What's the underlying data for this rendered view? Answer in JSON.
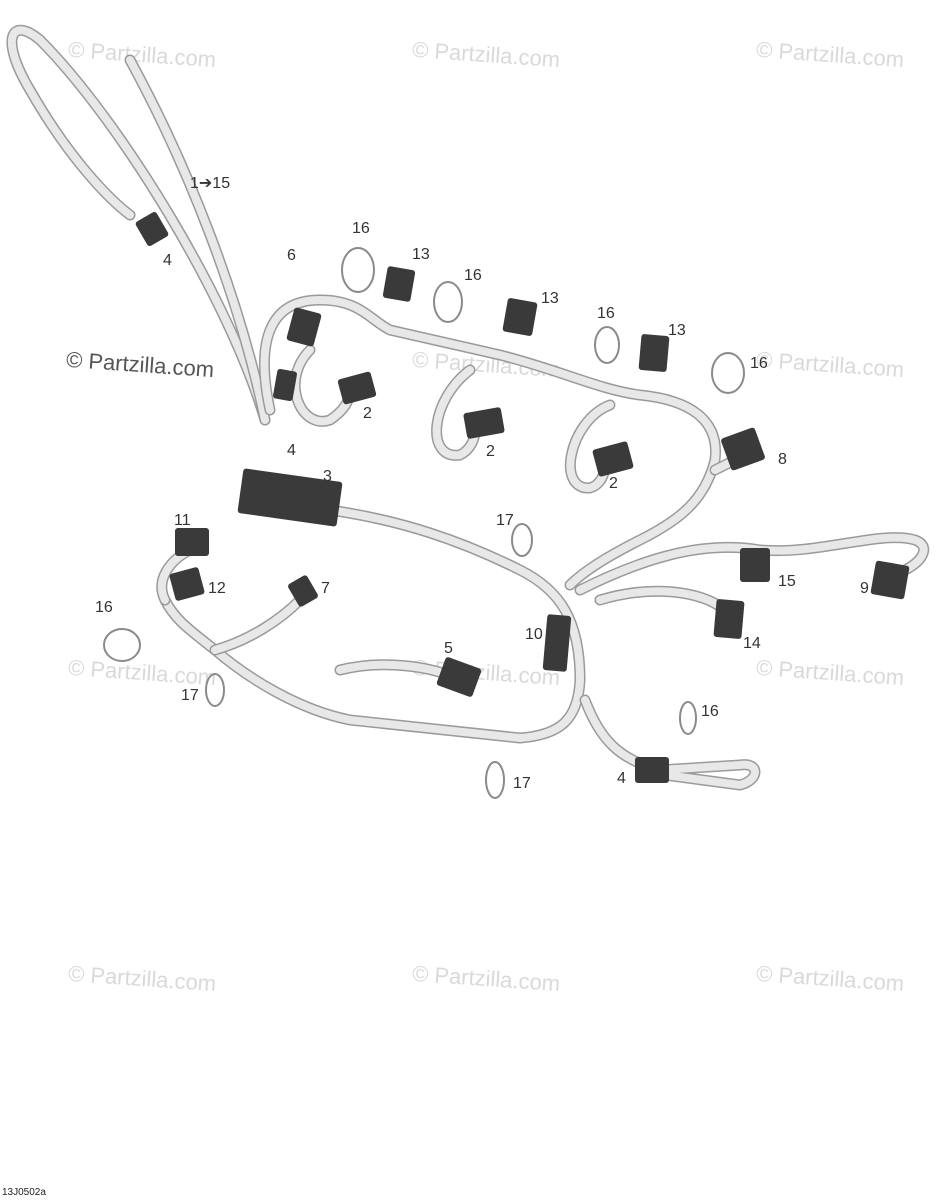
{
  "watermark": "© Partzilla.com",
  "watermark_primary": "© Partzilla.com",
  "reference_code": "13J0502a",
  "callouts": {
    "range": "1➔15",
    "c2a": "2",
    "c2b": "2",
    "c2c": "2",
    "c3": "3",
    "c4a": "4",
    "c4b": "4",
    "c4c": "4",
    "c5": "5",
    "c6": "6",
    "c7": "7",
    "c8": "8",
    "c9": "9",
    "c10": "10",
    "c11": "11",
    "c12": "12",
    "c13a": "13",
    "c13b": "13",
    "c13c": "13",
    "c14": "14",
    "c15": "15",
    "c16a": "16",
    "c16b": "16",
    "c16c": "16",
    "c16d": "16",
    "c16e": "16",
    "c16f": "16",
    "c17a": "17",
    "c17b": "17",
    "c17c": "17"
  },
  "colors": {
    "harness": "#e8e8e8",
    "harness_outline": "#9a9a9a",
    "connector": "#3a3a3a",
    "clamp": "#8a8a8a"
  }
}
